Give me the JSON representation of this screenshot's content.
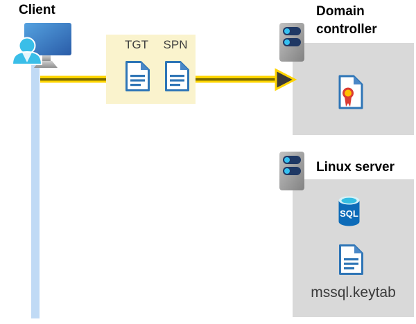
{
  "client": {
    "label": "Client"
  },
  "ticket_box": {
    "tgt_label": "TGT",
    "spn_label": "SPN"
  },
  "domain_controller": {
    "label": "Domain controller"
  },
  "linux_server": {
    "label": "Linux server",
    "sql_label": "SQL",
    "keytab_label": "mssql.keytab"
  },
  "icons": {
    "client": "client-workstation-icon",
    "tgt": "tgt-document-icon",
    "spn": "spn-document-icon",
    "domain_controller": "server-icon",
    "certificate": "certificate-icon",
    "linux_server": "server-icon",
    "sql": "sql-database-icon",
    "keytab": "keytab-document-icon",
    "arrow": "auth-request-arrow"
  },
  "colors": {
    "label_black": "#000000",
    "ticket_box_bg": "#FAF3CD",
    "ticket_label_gray": "#3F3F3F",
    "arrow_yellow": "#FFD400",
    "arrow_core": "#7A6A00",
    "arrowhead": "#3B3B3B",
    "client_line_blue": "#C0DAF5",
    "panel_gray": "#D9D9D9",
    "doc_blue": "#2E75B6",
    "doc_fold_blue": "#4A88C7",
    "server_navy": "#1F3864",
    "server_dot_cyan": "#35C1F1",
    "cert_red": "#DA3B33",
    "cert_yellow": "#FFC000",
    "sql_blue": "#0D6BB8",
    "sql_cyan": "#35BDE2",
    "sql_rim": "#D6F2F8",
    "person_cyan": "#3ABEE8",
    "collar_white": "#E6F6FC",
    "keytab_label_gray": "#3B3B3B"
  }
}
